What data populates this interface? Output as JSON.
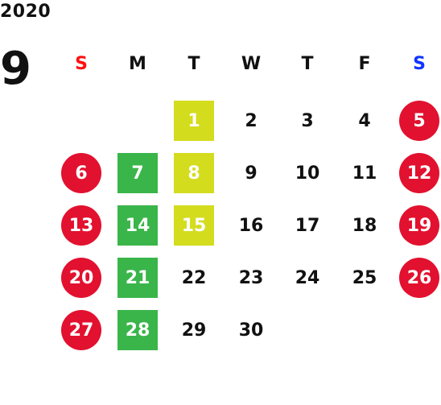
{
  "calendar": {
    "year": "2020",
    "month": "9",
    "weekdays": [
      "S",
      "M",
      "T",
      "W",
      "T",
      "F",
      "S"
    ],
    "colors": {
      "holiday": "#e2112f",
      "green": "#3ab54a",
      "lime": "#d4dc1e",
      "sunday_header": "#ff1010",
      "saturday_header": "#1034ff"
    },
    "days": [
      {
        "n": "1",
        "col": 2,
        "row": 0,
        "style": "lime"
      },
      {
        "n": "2",
        "col": 3,
        "row": 0,
        "style": "plain"
      },
      {
        "n": "3",
        "col": 4,
        "row": 0,
        "style": "plain"
      },
      {
        "n": "4",
        "col": 5,
        "row": 0,
        "style": "plain"
      },
      {
        "n": "5",
        "col": 6,
        "row": 0,
        "style": "red"
      },
      {
        "n": "6",
        "col": 0,
        "row": 1,
        "style": "red"
      },
      {
        "n": "7",
        "col": 1,
        "row": 1,
        "style": "green"
      },
      {
        "n": "8",
        "col": 2,
        "row": 1,
        "style": "lime"
      },
      {
        "n": "9",
        "col": 3,
        "row": 1,
        "style": "plain"
      },
      {
        "n": "10",
        "col": 4,
        "row": 1,
        "style": "plain"
      },
      {
        "n": "11",
        "col": 5,
        "row": 1,
        "style": "plain"
      },
      {
        "n": "12",
        "col": 6,
        "row": 1,
        "style": "red"
      },
      {
        "n": "13",
        "col": 0,
        "row": 2,
        "style": "red"
      },
      {
        "n": "14",
        "col": 1,
        "row": 2,
        "style": "green"
      },
      {
        "n": "15",
        "col": 2,
        "row": 2,
        "style": "lime"
      },
      {
        "n": "16",
        "col": 3,
        "row": 2,
        "style": "plain"
      },
      {
        "n": "17",
        "col": 4,
        "row": 2,
        "style": "plain"
      },
      {
        "n": "18",
        "col": 5,
        "row": 2,
        "style": "plain"
      },
      {
        "n": "19",
        "col": 6,
        "row": 2,
        "style": "red"
      },
      {
        "n": "20",
        "col": 0,
        "row": 3,
        "style": "red"
      },
      {
        "n": "21",
        "col": 1,
        "row": 3,
        "style": "green"
      },
      {
        "n": "22",
        "col": 2,
        "row": 3,
        "style": "plain"
      },
      {
        "n": "23",
        "col": 3,
        "row": 3,
        "style": "plain"
      },
      {
        "n": "24",
        "col": 4,
        "row": 3,
        "style": "plain"
      },
      {
        "n": "25",
        "col": 5,
        "row": 3,
        "style": "plain"
      },
      {
        "n": "26",
        "col": 6,
        "row": 3,
        "style": "red"
      },
      {
        "n": "27",
        "col": 0,
        "row": 4,
        "style": "red"
      },
      {
        "n": "28",
        "col": 1,
        "row": 4,
        "style": "green"
      },
      {
        "n": "29",
        "col": 2,
        "row": 4,
        "style": "plain"
      },
      {
        "n": "30",
        "col": 3,
        "row": 4,
        "style": "plain"
      }
    ]
  }
}
